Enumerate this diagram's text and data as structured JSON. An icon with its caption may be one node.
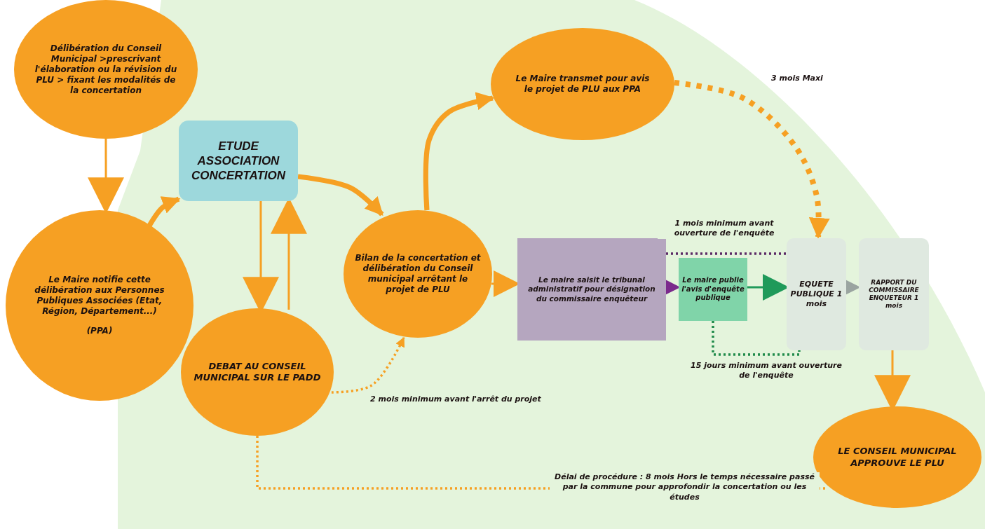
{
  "diagram": {
    "nodes": [
      {
        "text": [
          "Délibération du Conseil Municipal >prescrivant l'élaboration ou la révision du PLU > fixant les modalités de la concertation"
        ]
      },
      {
        "text": [
          "Le Maire notifie cette délibération aux Personnes Publiques Associées (Etat, Région, Département...)",
          "(PPA)"
        ]
      },
      {
        "text": [
          "ETUDE ASSOCIATION CONCERTATION"
        ]
      },
      {
        "text": [
          "DEBAT AU CONSEIL MUNICIPAL SUR LE PADD"
        ]
      },
      {
        "text": [
          "Bilan de la concertation et délibération du Conseil municipal arrêtant le projet de PLU"
        ]
      },
      {
        "text": [
          "Le Maire transmet pour avis le projet de PLU aux PPA"
        ]
      },
      {
        "text": [
          "Le maire saisit le tribunal administratif pour désignation du commissaire enquêteur"
        ]
      },
      {
        "text": [
          "Le maire publie l'avis d'enquête publique"
        ]
      },
      {
        "text": [
          "EQUETE PUBLIQUE 1 mois"
        ]
      },
      {
        "text": [
          "RAPPORT DU COMMISSAIRE ENQUETEUR 1 mois"
        ]
      },
      {
        "text": [
          "LE CONSEIL MUNICIPAL APPROUVE LE PLU"
        ]
      }
    ],
    "edges": [
      {
        "from": 0,
        "to": 1,
        "arrow": "to"
      },
      {
        "from": 1,
        "to": 2,
        "arrow": "to",
        "style": "thick"
      },
      {
        "from": 2,
        "to": 3,
        "arrow": "to"
      },
      {
        "from": 3,
        "to": 2,
        "arrow": "to"
      },
      {
        "from": 2,
        "to": 4,
        "arrow": "to",
        "style": "thick"
      },
      {
        "from": 4,
        "to": 5,
        "arrow": "to",
        "style": "thick"
      },
      {
        "from": 4,
        "to": 6,
        "arrow": "to"
      },
      {
        "from": 6,
        "to": 7,
        "arrow": "to",
        "color": "#7b2a8c"
      },
      {
        "from": 7,
        "to": 8,
        "arrow": "to",
        "color": "#1f9a5a"
      },
      {
        "from": 8,
        "to": 9,
        "arrow": "to",
        "color": "#9aa4a0"
      },
      {
        "from": 9,
        "to": 10,
        "arrow": "to"
      },
      {
        "from": 5,
        "to": 8,
        "arrow": "to",
        "style": "dashed",
        "label": "3 mois Maxi"
      },
      {
        "from": 3,
        "to": 4,
        "arrow": "to",
        "style": "dashed",
        "label": "2 mois minimum avant l'arrêt du projet"
      },
      {
        "from": 3,
        "to": 10,
        "arrow": "none",
        "style": "dashed",
        "label": "Délai de procédure : 8 mois Hors le temps nécessaire passé par la commune pour approfondir la concertation ou les études"
      },
      {
        "from": 7,
        "to": 8,
        "arrow": "none",
        "style": "dashed",
        "color": "#1f8a4a",
        "label": "15 jours minimum avant ouverture de l'enquête"
      },
      {
        "from": 6,
        "to": 8,
        "arrow": "none",
        "style": "dashed",
        "color": "#5b2a66",
        "label": "1 mois minimum avant ouverture de l'enquête"
      }
    ]
  }
}
